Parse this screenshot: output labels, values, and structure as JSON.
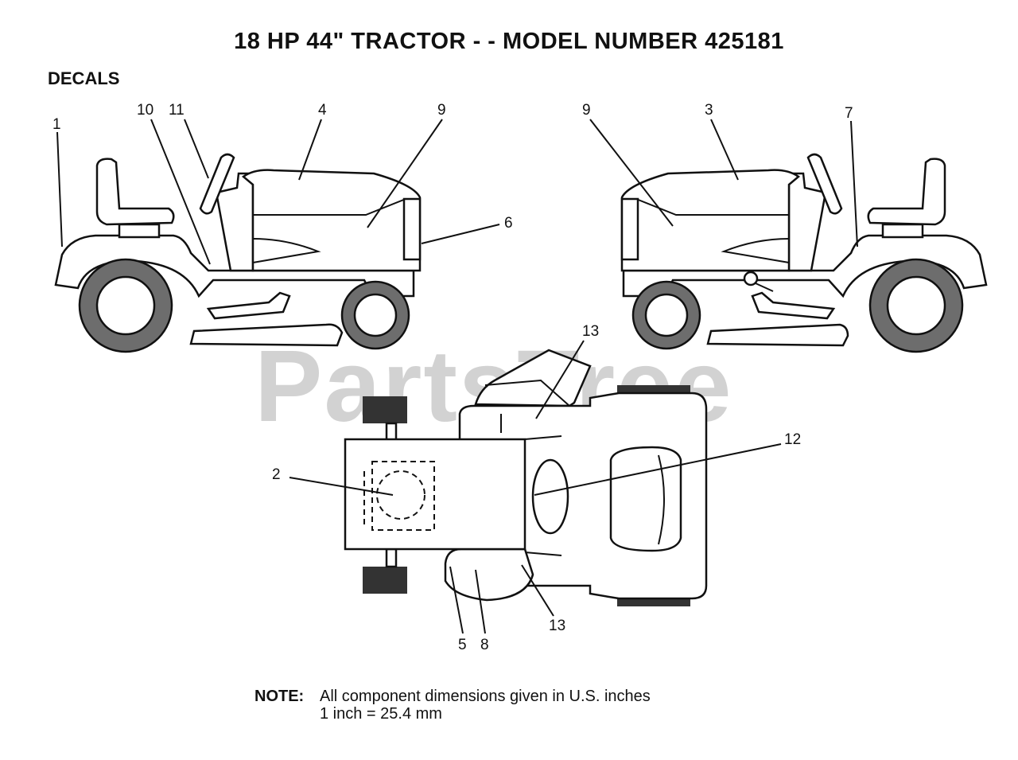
{
  "title": "18 HP 44\" TRACTOR - - MODEL NUMBER 425181",
  "section": "DECALS",
  "watermark": "PartsTree",
  "callouts": {
    "c1": "1",
    "c10": "10",
    "c11": "11",
    "c4": "4",
    "c9a": "9",
    "c6": "6",
    "c9b": "9",
    "c3": "3",
    "c7": "7",
    "c13a": "13",
    "c12": "12",
    "c2": "2",
    "c5": "5",
    "c8": "8",
    "c13b": "13"
  },
  "note": {
    "label": "NOTE:",
    "line1": "All component dimensions given in U.S. inches",
    "line2": "1 inch = 25.4 mm"
  }
}
